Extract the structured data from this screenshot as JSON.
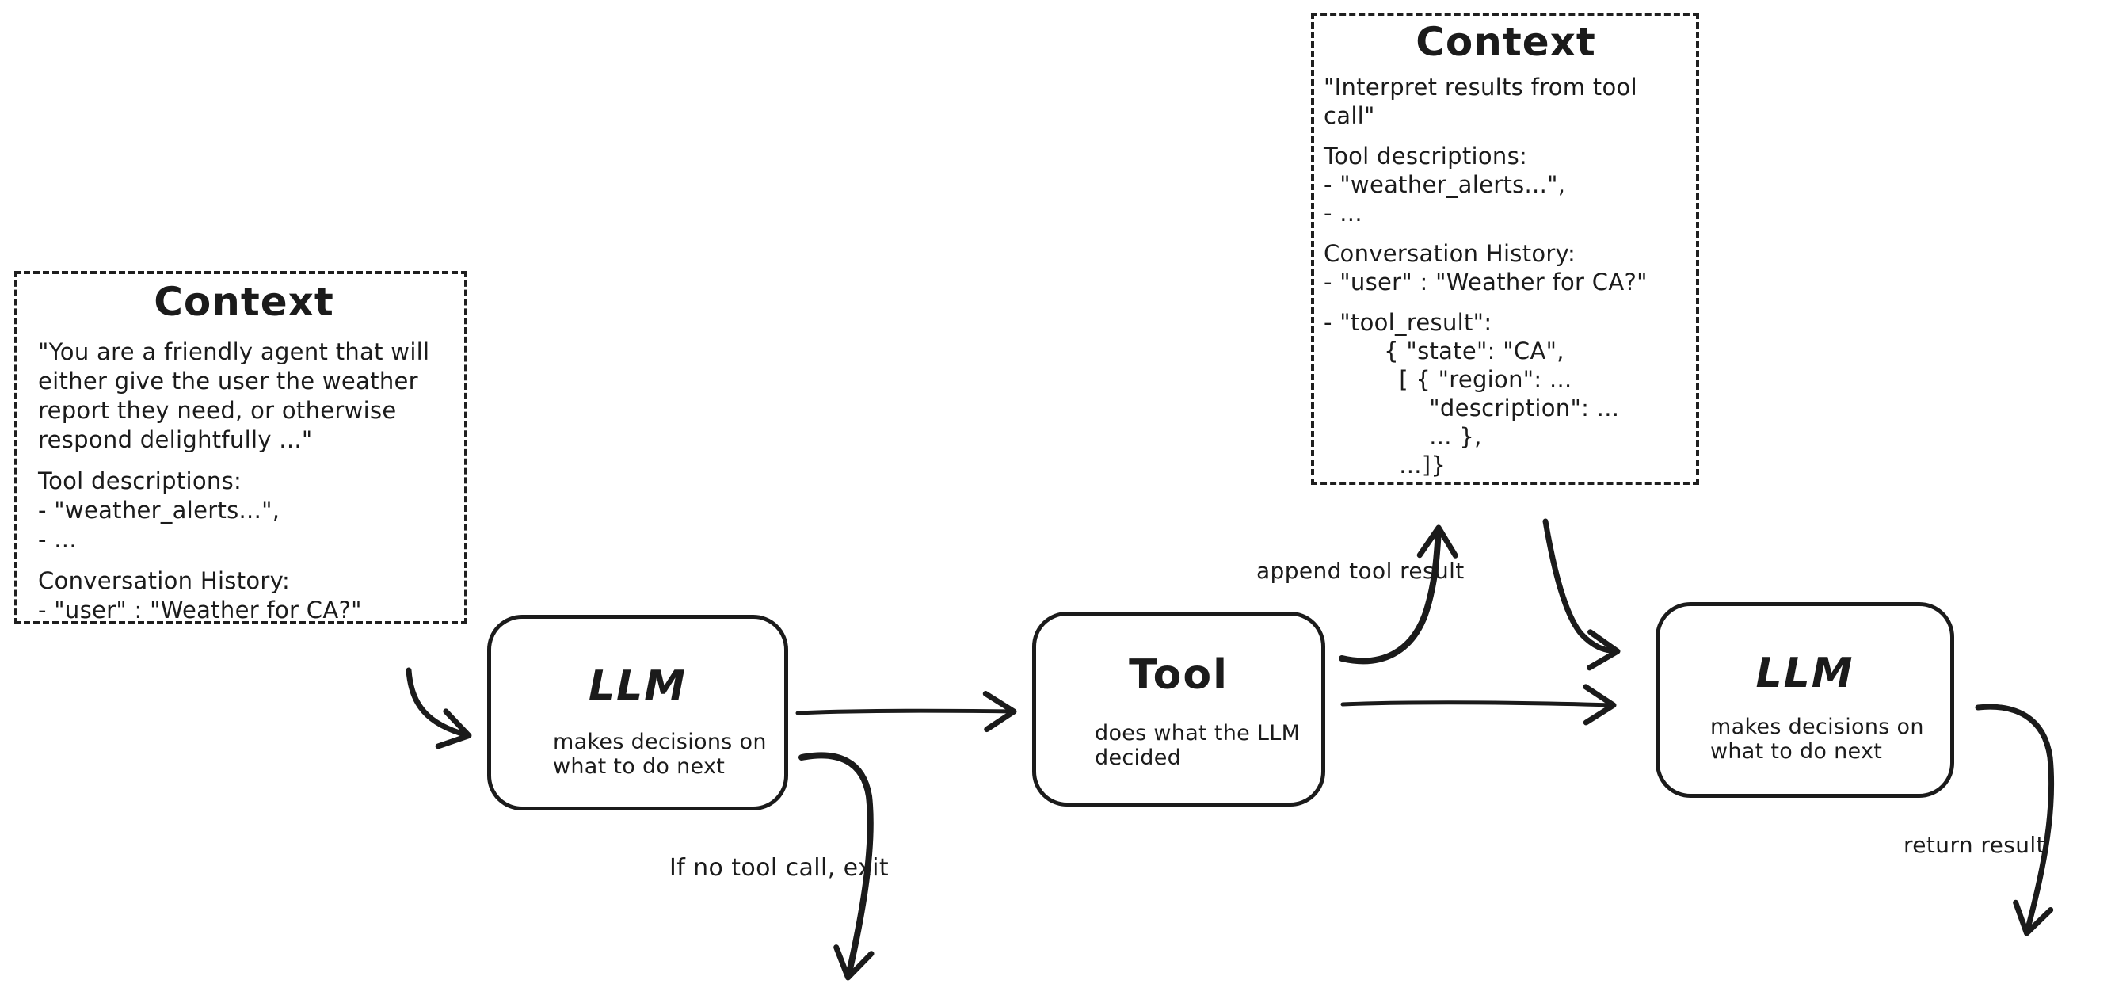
{
  "diagram": {
    "background": "#ffffff",
    "ink_color": "#1b1b1b",
    "context_initial": {
      "title": "Context",
      "system_prompt": "\"You are a friendly agent that will\neither give the user the weather\nreport they need, or otherwise\nrespond delightfully ...\"",
      "tool_descriptions": "Tool descriptions:\n- \"weather_alerts...\",\n- ...",
      "conversation_history": "Conversation History:\n- \"user\" : \"Weather for CA?\""
    },
    "context_after_tool": {
      "title": "Context",
      "instruction": "\"Interpret results from tool call\"",
      "tool_descriptions": "Tool descriptions:\n- \"weather_alerts...\",\n- ...",
      "conversation_history": "Conversation History:\n- \"user\" : \"Weather for CA?\"",
      "tool_result": "- \"tool_result\":\n        { \"state\": \"CA\",\n          [ { \"region\": ...\n              \"description\": ...\n              ... },\n          ...]}"
    },
    "llm_first": {
      "title": "LLM",
      "subtitle": "makes decisions on\nwhat to do next"
    },
    "tool_node": {
      "title": "Tool",
      "subtitle": "does what the LLM\ndecided"
    },
    "llm_second": {
      "title": "LLM",
      "subtitle": "makes decisions on\nwhat to do next"
    },
    "edge_labels": {
      "append_tool_result": "append tool result",
      "no_tool_exit": "If no tool call, exit",
      "return_result": "return result"
    }
  }
}
